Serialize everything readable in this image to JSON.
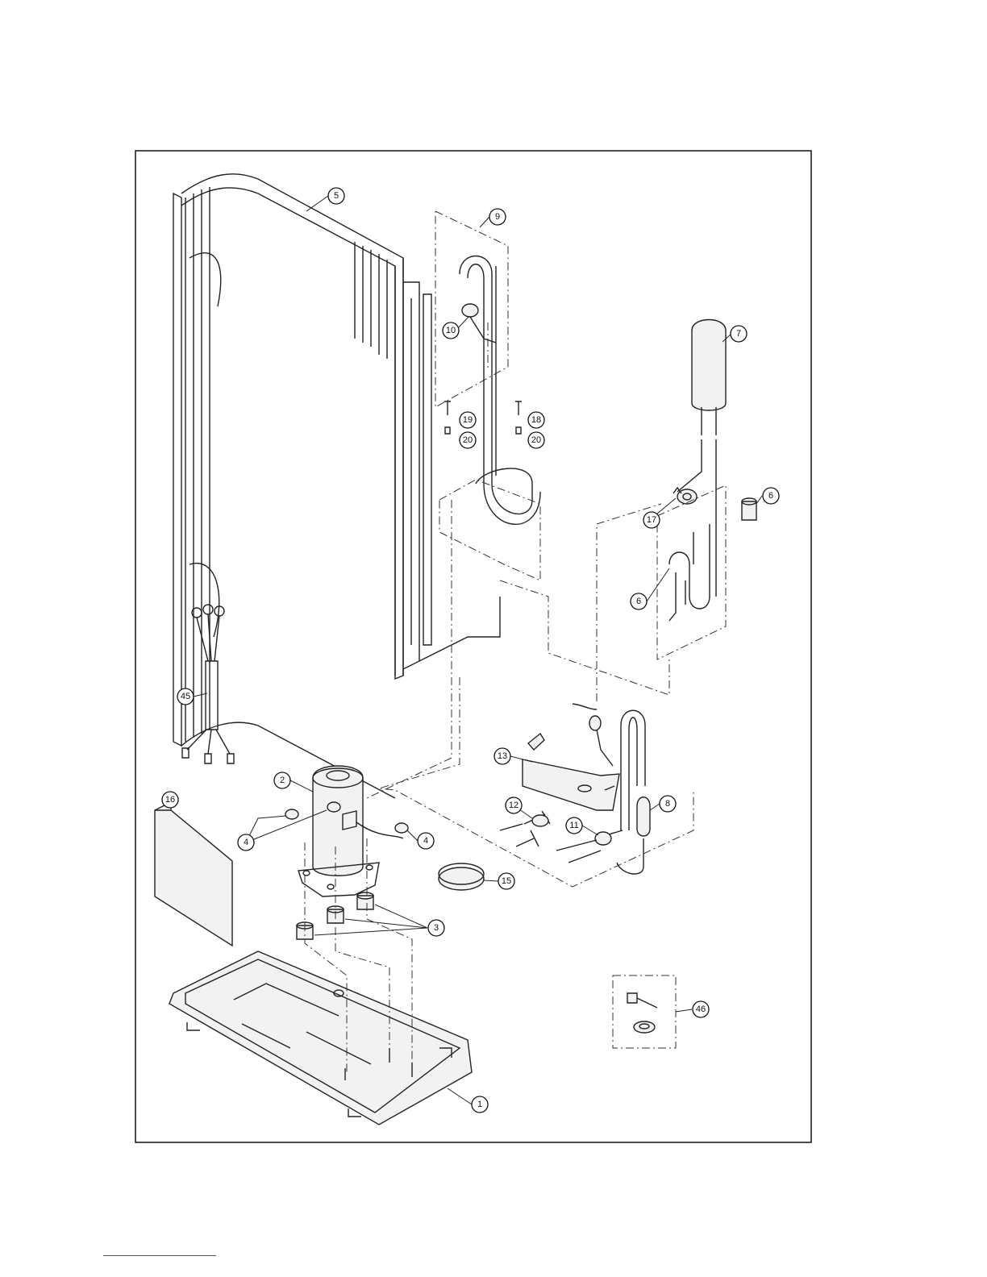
{
  "callouts": [
    {
      "id": "c5",
      "label": "5"
    },
    {
      "id": "c9",
      "label": "9"
    },
    {
      "id": "c10",
      "label": "10"
    },
    {
      "id": "c7",
      "label": "7"
    },
    {
      "id": "c19",
      "label": "19"
    },
    {
      "id": "c20a",
      "label": "20"
    },
    {
      "id": "c18",
      "label": "18"
    },
    {
      "id": "c20b",
      "label": "20"
    },
    {
      "id": "c6a",
      "label": "6"
    },
    {
      "id": "c17",
      "label": "17"
    },
    {
      "id": "c6b",
      "label": "6"
    },
    {
      "id": "c45",
      "label": "45"
    },
    {
      "id": "c13",
      "label": "13"
    },
    {
      "id": "c2",
      "label": "2"
    },
    {
      "id": "c16",
      "label": "16"
    },
    {
      "id": "c12",
      "label": "12"
    },
    {
      "id": "c8",
      "label": "8"
    },
    {
      "id": "c4a",
      "label": "4"
    },
    {
      "id": "c4b",
      "label": "4"
    },
    {
      "id": "c11",
      "label": "11"
    },
    {
      "id": "c15",
      "label": "15"
    },
    {
      "id": "c3",
      "label": "3"
    },
    {
      "id": "c46",
      "label": "46"
    },
    {
      "id": "c1",
      "label": "1"
    }
  ]
}
